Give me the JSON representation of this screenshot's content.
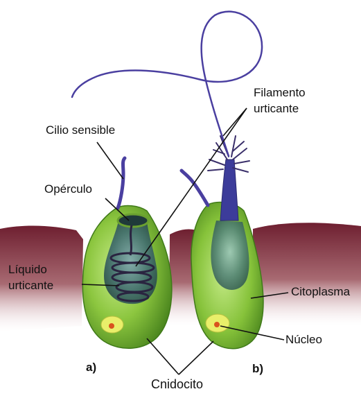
{
  "labels": {
    "filamento_line1": "Filamento",
    "filamento_line2": "urticante",
    "cilio": "Cilio sensible",
    "operculo": "Opérculo",
    "liquido_line1": "Líquido",
    "liquido_line2": "urticante",
    "citoplasma": "Citoplasma",
    "nucleo": "Núcleo",
    "a": "a)",
    "b": "b)",
    "cnidocito": "Cnidocito"
  },
  "colors": {
    "cell_green": "#8cc63f",
    "cell_dark_green": "#4f8a1e",
    "tissue": "#7a2a38",
    "filament": "#3c3c9a",
    "capsule": "#2f4f4f",
    "nucleus_yellow": "#e9ef6a",
    "nucleus_core": "#d9531e"
  }
}
